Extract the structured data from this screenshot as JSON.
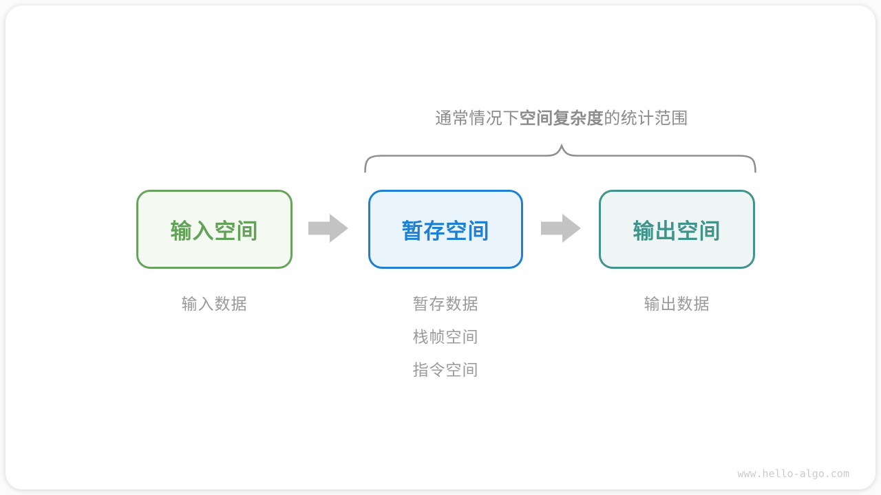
{
  "title": {
    "prefix": "通常情况下",
    "emphasis": "空间复杂度",
    "suffix": "的统计范围"
  },
  "boxes": [
    {
      "id": "input-space",
      "label": "输入空间",
      "border_color": "#68a35e",
      "bg_color": "#f4f9f1",
      "text_color": "#61a158"
    },
    {
      "id": "temp-space",
      "label": "暂存空间",
      "border_color": "#1f80d2",
      "bg_color": "#eaf4fc",
      "text_color": "#1f80d2"
    },
    {
      "id": "output-space",
      "label": "输出空间",
      "border_color": "#40948c",
      "bg_color": "#edf6f4",
      "text_color": "#3f938a"
    }
  ],
  "notes": {
    "input": [
      "输入数据"
    ],
    "temp": [
      "暂存数据",
      "栈帧空间",
      "指令空间"
    ],
    "output": [
      "输出数据"
    ]
  },
  "colors": {
    "arrow": "#c3c3c3",
    "brace": "#8f8f8f",
    "title_text": "#8b8b8b",
    "note_text": "#9a9a9a"
  },
  "watermark": "www.hello-algo.com"
}
